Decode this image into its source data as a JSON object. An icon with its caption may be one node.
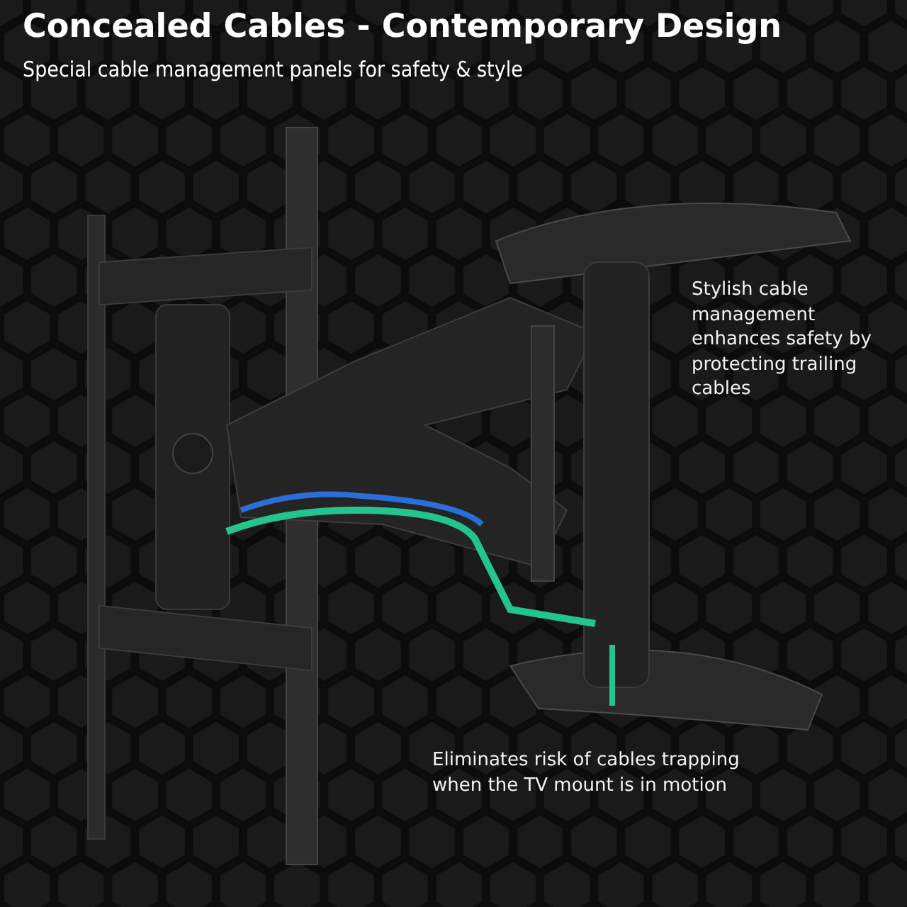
{
  "diagram": {
    "title": "Concealed Cables - Contemporary Design",
    "labels": [
      "Special cable management panels for safety & style",
      "Stylish cable management enhances safety by protecting trailing cables",
      "Eliminates risk of cables trapping when the TV mount is in motion"
    ]
  }
}
